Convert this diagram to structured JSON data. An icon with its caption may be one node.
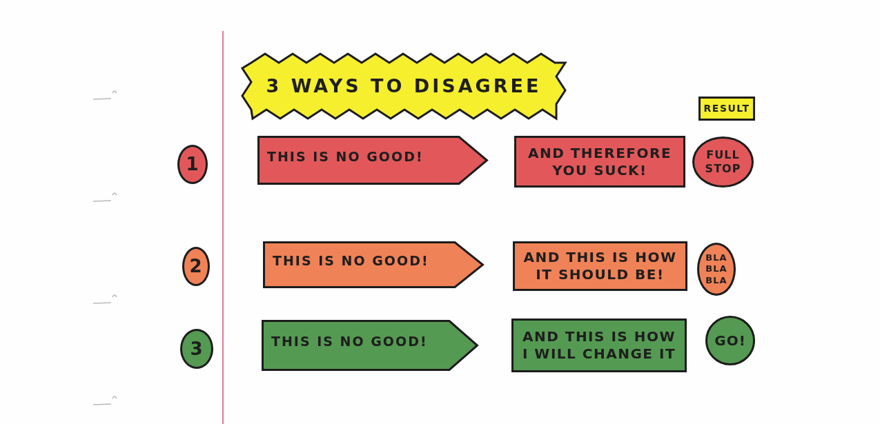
{
  "diagram": {
    "title": "3 WAYS TO DISAGREE",
    "nodes": [
      {
        "text": [
          "RESULT"
        ]
      },
      {
        "text": [
          "1"
        ]
      },
      {
        "text": [
          "THIS IS NO GOOD!"
        ]
      },
      {
        "text": [
          "AND THEREFORE YOU SUCK!"
        ]
      },
      {
        "text": [
          "FULL STOP"
        ]
      },
      {
        "text": [
          "2"
        ]
      },
      {
        "text": [
          "THIS IS NO GOOD!"
        ]
      },
      {
        "text": [
          "AND THIS IS HOW IT SHOULD BE!"
        ]
      },
      {
        "text": [
          "BLA BLA BLA"
        ]
      },
      {
        "text": [
          "3"
        ]
      },
      {
        "text": [
          "THIS IS NO GOOD!"
        ]
      },
      {
        "text": [
          "AND THIS IS HOW I WILL CHANGE IT"
        ]
      },
      {
        "text": [
          "GO!"
        ]
      }
    ]
  }
}
